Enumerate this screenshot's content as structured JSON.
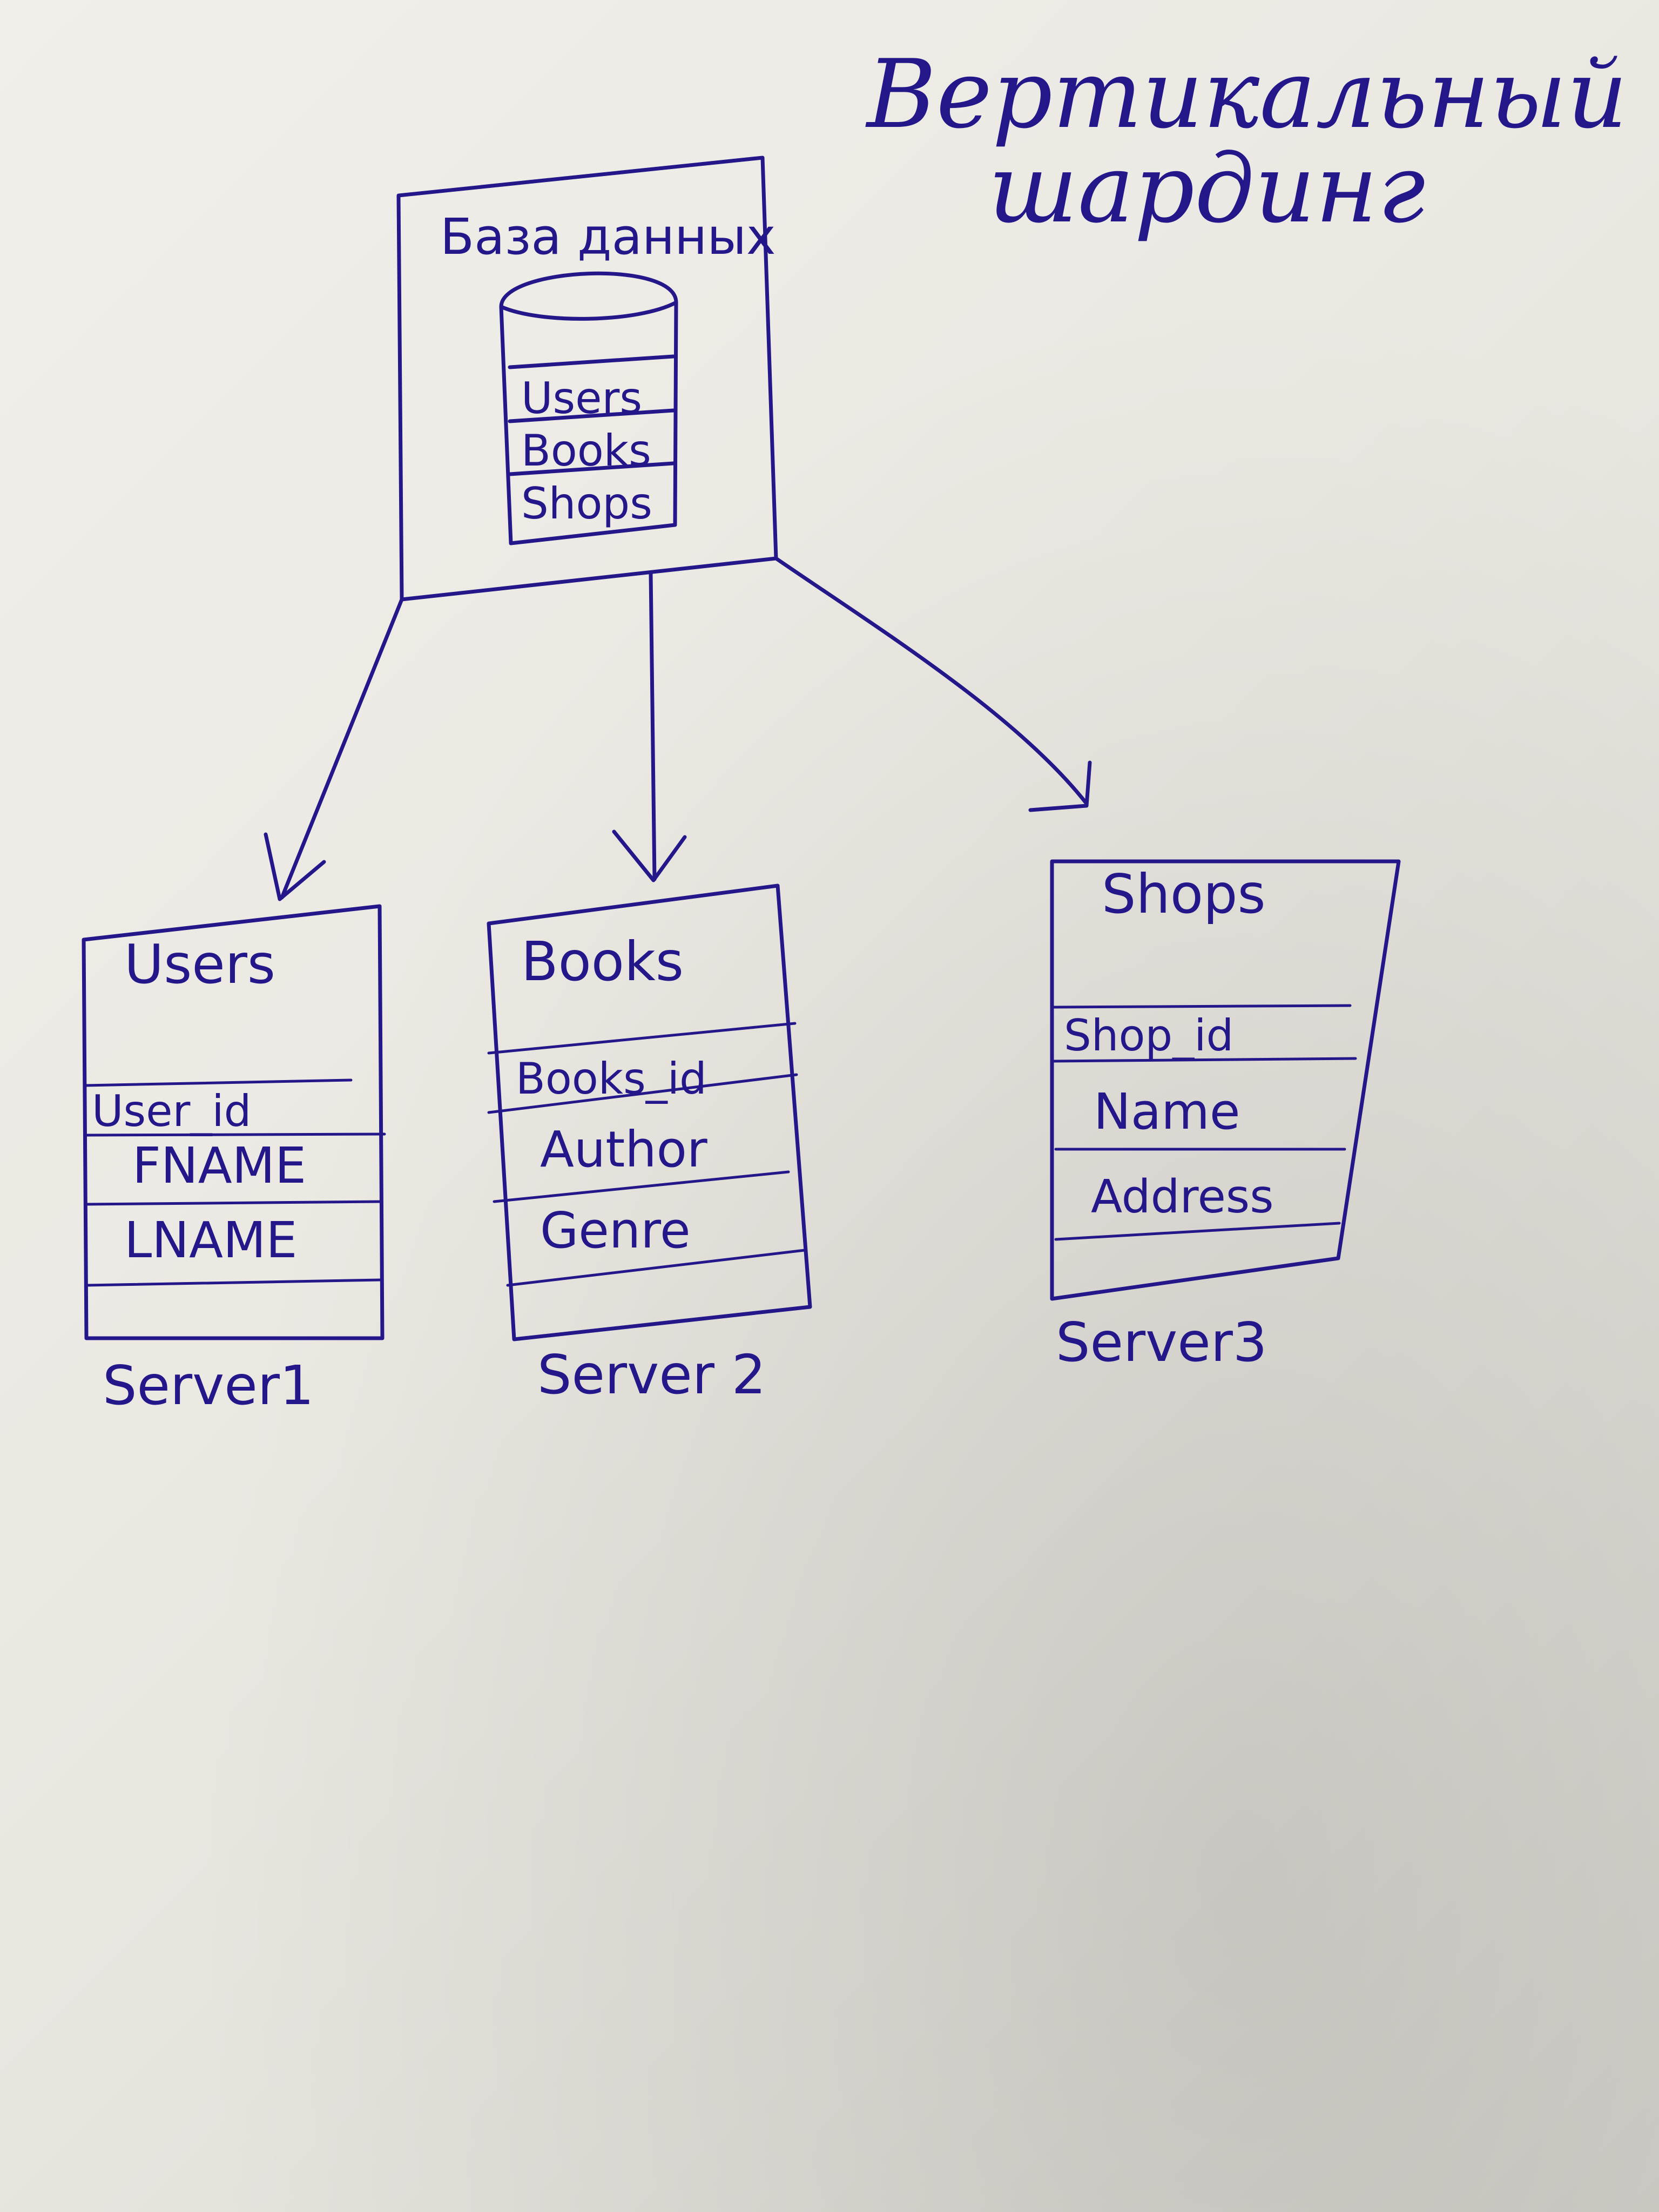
{
  "title": {
    "line1": "Вертикальный",
    "line2": "шардинг"
  },
  "database": {
    "label": "База данных",
    "tables": [
      "Users",
      "Books",
      "Shops"
    ]
  },
  "shards": [
    {
      "table_name": "Users",
      "fields": [
        "User_id",
        "FNAME",
        "LNAME"
      ],
      "server": "Server1"
    },
    {
      "table_name": "Books",
      "fields": [
        "Books_id",
        "Author",
        "Genre"
      ],
      "server": "Server 2"
    },
    {
      "table_name": "Shops",
      "fields": [
        "Shop_id",
        "Name",
        "Address"
      ],
      "server": "Server3"
    }
  ],
  "colors": {
    "ink": "#24178a",
    "paper": "#eeece6"
  }
}
